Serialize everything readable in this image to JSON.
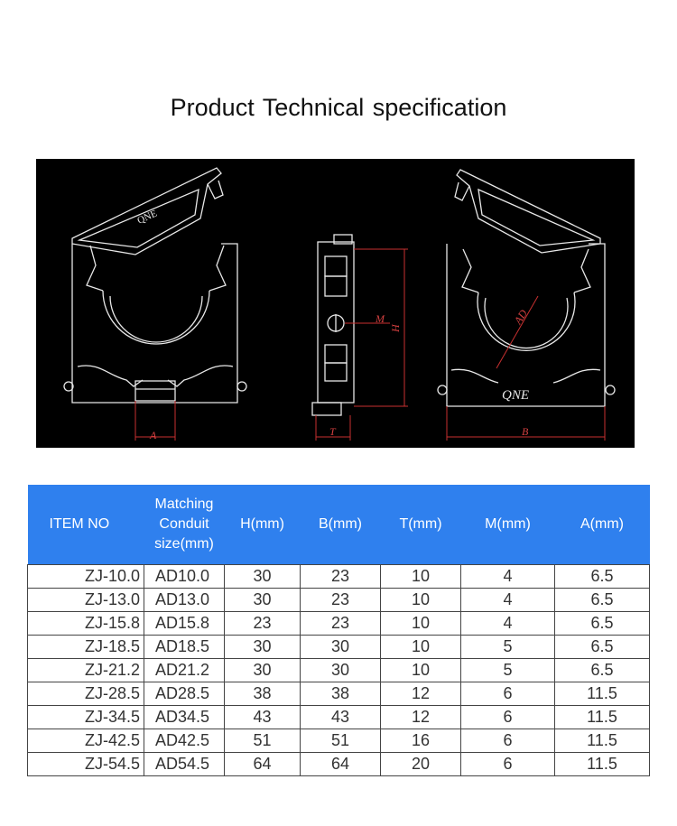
{
  "title": "Product  Technical specification",
  "drawing": {
    "logo_left": "QNE",
    "logo_right": "QNE",
    "labels": {
      "A": "A",
      "T": "T",
      "M": "M",
      "H": "H",
      "AD": "AD",
      "B": "B"
    }
  },
  "table": {
    "headers": {
      "item": "ITEM NO",
      "conduit": [
        "Matching",
        "Conduit",
        "size(mm)"
      ],
      "h": "H(mm)",
      "b": "B(mm)",
      "t": "T(mm)",
      "m": "M(mm)",
      "a": "A(mm)"
    },
    "rows": [
      [
        "ZJ-10.0",
        "AD10.0",
        "30",
        "23",
        "10",
        "4",
        "6.5"
      ],
      [
        "ZJ-13.0",
        "AD13.0",
        "30",
        "23",
        "10",
        "4",
        "6.5"
      ],
      [
        "ZJ-15.8",
        "AD15.8",
        "23",
        "23",
        "10",
        "4",
        "6.5"
      ],
      [
        "ZJ-18.5",
        "AD18.5",
        "30",
        "30",
        "10",
        "5",
        "6.5"
      ],
      [
        "ZJ-21.2",
        "AD21.2",
        "30",
        "30",
        "10",
        "5",
        "6.5"
      ],
      [
        "ZJ-28.5",
        "AD28.5",
        "38",
        "38",
        "12",
        "6",
        "11.5"
      ],
      [
        "ZJ-34.5",
        "AD34.5",
        "43",
        "43",
        "12",
        "6",
        "11.5"
      ],
      [
        "ZJ-42.5",
        "AD42.5",
        "51",
        "51",
        "16",
        "6",
        "11.5"
      ],
      [
        "ZJ-54.5",
        "AD54.5",
        "64",
        "64",
        "20",
        "6",
        "11.5"
      ]
    ]
  }
}
